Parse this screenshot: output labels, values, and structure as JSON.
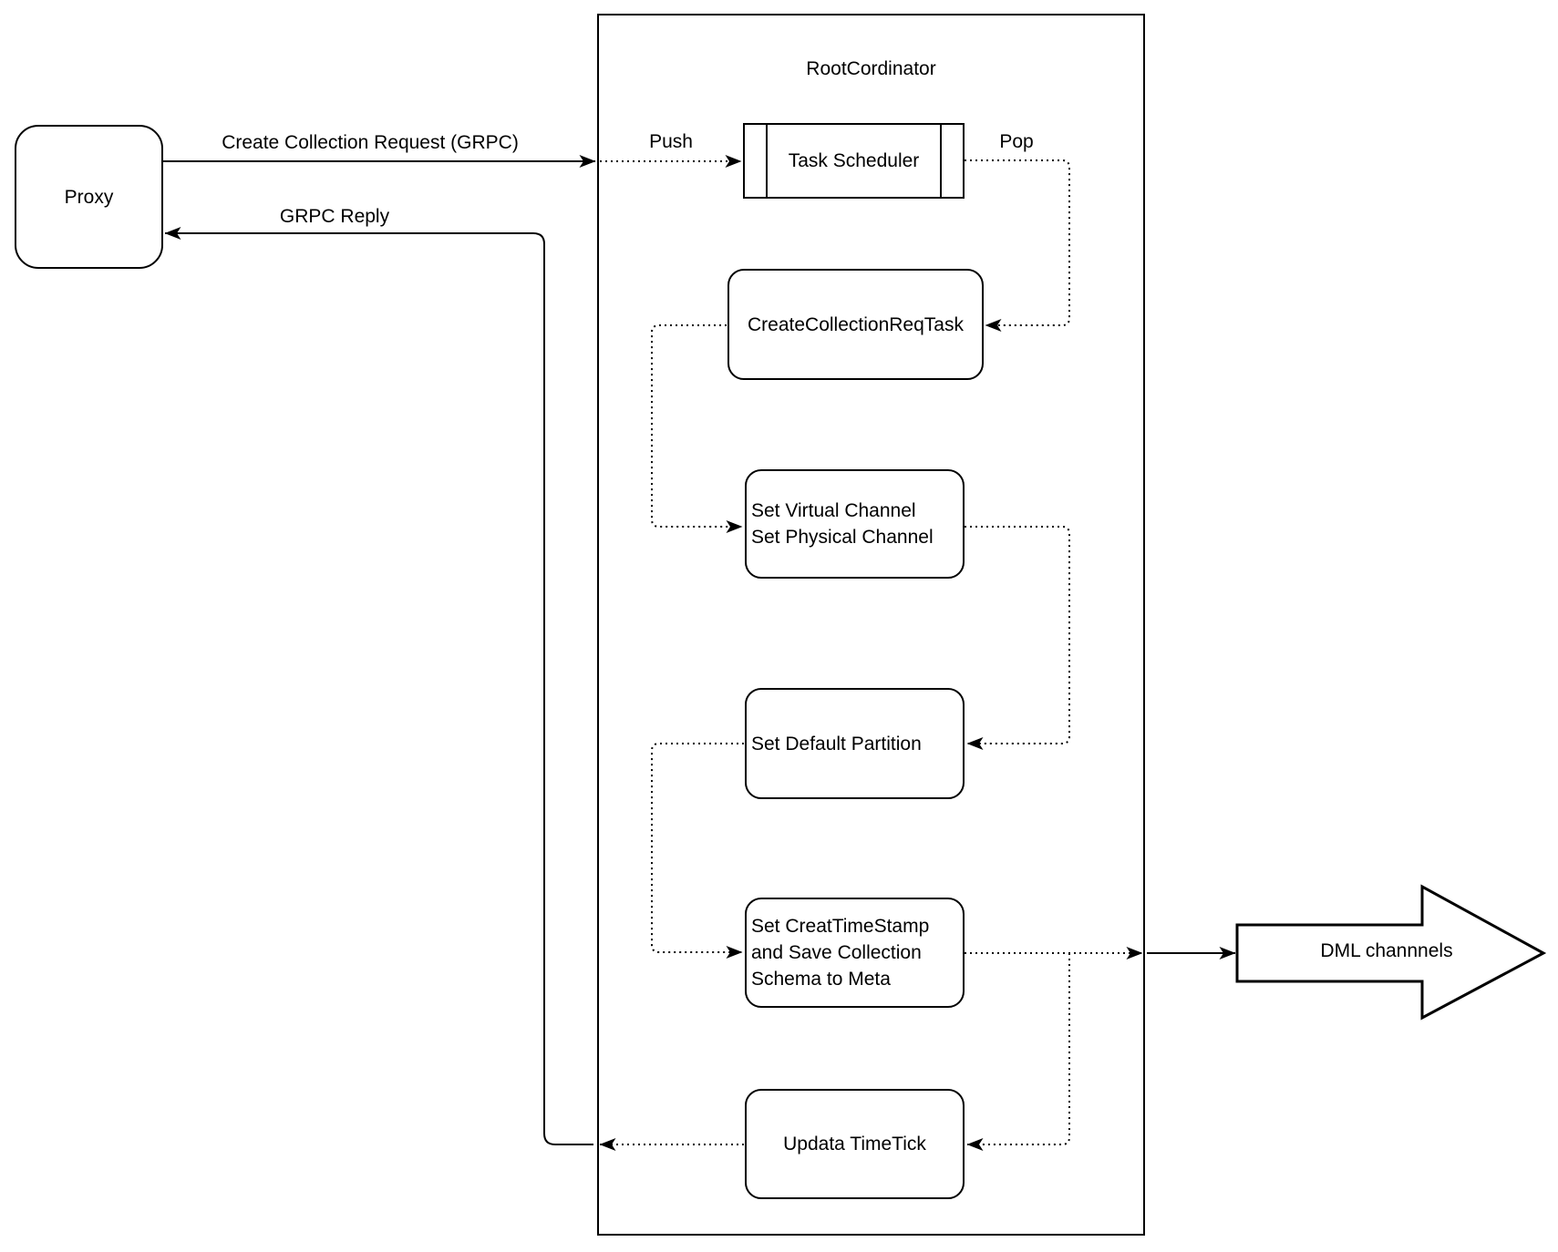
{
  "diagram": {
    "proxy": {
      "label": "Proxy"
    },
    "container": {
      "title": "RootCordinator"
    },
    "nodes": {
      "task_scheduler": {
        "label": "Task Scheduler"
      },
      "create_collection_req_task": {
        "label": "CreateCollectionReqTask"
      },
      "set_channels": {
        "lines": [
          "Set Virtual Channel",
          "Set Physical Channel"
        ]
      },
      "set_default_partition": {
        "label": "Set Default Partition"
      },
      "set_creat_timestamp": {
        "lines": [
          "Set CreatTimeStamp",
          "and Save Collection",
          "Schema to Meta"
        ]
      },
      "updata_timetick": {
        "label": "Updata TimeTick"
      }
    },
    "edge_labels": {
      "request": "Create Collection Request (GRPC)",
      "reply": "GRPC Reply",
      "push": "Push",
      "pop": "Pop"
    },
    "output": {
      "label": "DML channnels"
    },
    "colors": {
      "stroke": "#000000",
      "background": "#ffffff"
    }
  }
}
